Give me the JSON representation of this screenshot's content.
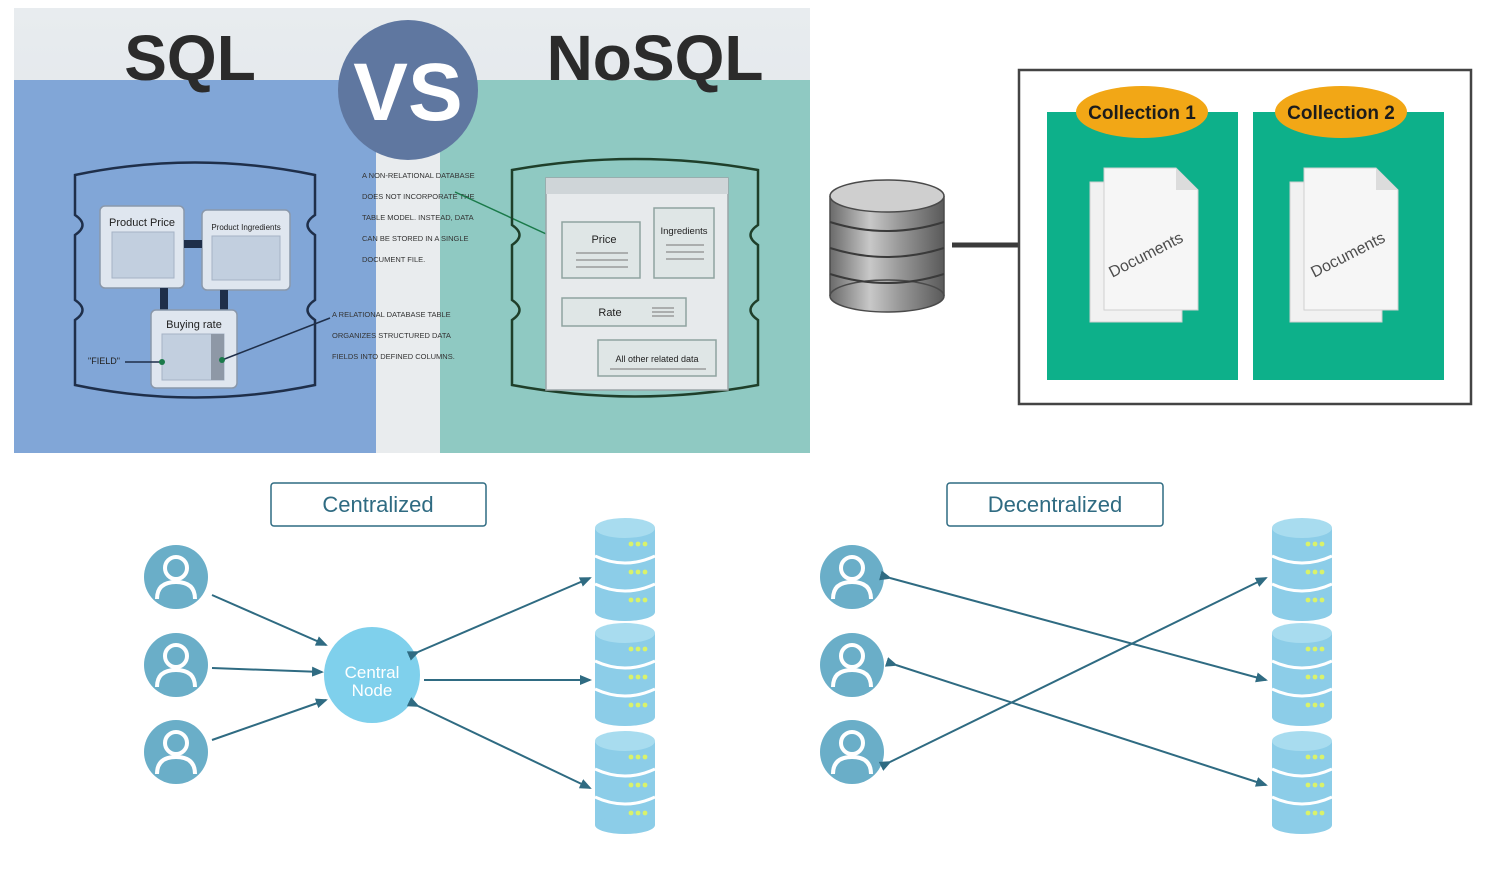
{
  "sql_vs_nosql": {
    "title_left": "SQL",
    "title_vs": "VS",
    "title_right": "NoSQL",
    "sql_tables": {
      "product_price": "Product Price",
      "product_ingredients": "Product Ingredients",
      "buying_rate": "Buying rate",
      "field_label": "\"FIELD\""
    },
    "nosql_fields": {
      "price": "Price",
      "ingredients": "Ingredients",
      "rate": "Rate",
      "other": "All other related data"
    },
    "non_relational_note": [
      "A NON-RELATIONAL DATABASE",
      "DOES NOT INCORPORATE THE",
      "TABLE MODEL. INSTEAD, DATA",
      "CAN BE STORED IN A SINGLE",
      "DOCUMENT FILE."
    ],
    "relational_note": [
      "A RELATIONAL DATABASE TABLE",
      "ORGANIZES STRUCTURED DATA",
      "FIELDS INTO DEFINED COLUMNS."
    ],
    "colors": {
      "sql_bg": "#7ea3d6",
      "nosql_bg": "#8fc9c2",
      "vs_circle": "#5f77a0"
    }
  },
  "collections": {
    "items": [
      {
        "label": "Collection 1",
        "doc_label": "Documents"
      },
      {
        "label": "Collection 2",
        "doc_label": "Documents"
      }
    ],
    "colors": {
      "panel": "#0db08a",
      "tab": "#f2a716"
    }
  },
  "centralized": {
    "title": "Centralized",
    "center_node_line1": "Central",
    "center_node_line2": "Node"
  },
  "decentralized": {
    "title": "Decentralized"
  },
  "colors": {
    "node": "#6aaec8",
    "db_top": "#a8dcef",
    "db_body": "#8ccde8",
    "arrow": "#2f6b82"
  }
}
